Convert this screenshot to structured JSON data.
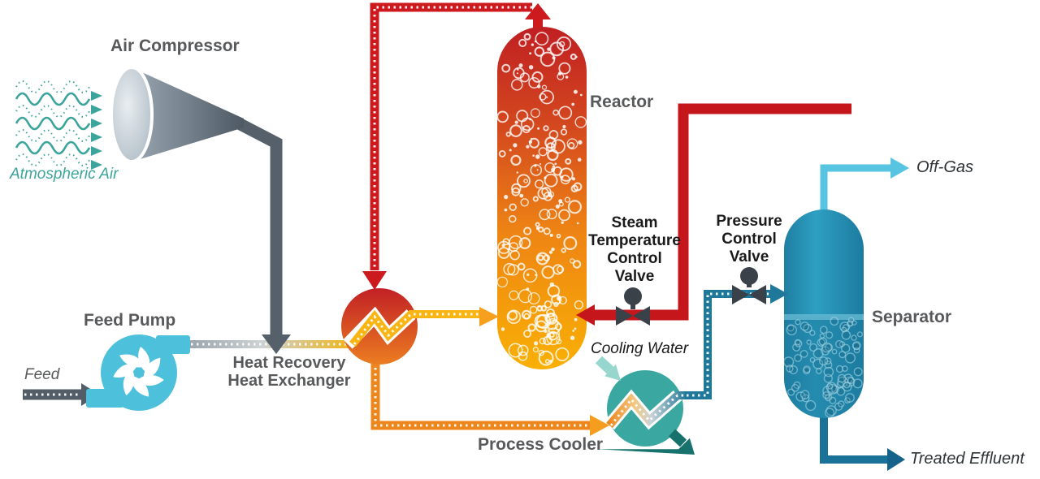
{
  "labels": {
    "air_compressor": "Air Compressor",
    "atmospheric_air": "Atmospheric Air",
    "feed_pump": "Feed Pump",
    "feed": "Feed",
    "heat_exchanger": "Heat Recovery\nHeat Exchanger",
    "reactor": "Reactor",
    "steam_valve": "Steam\nTemperature\nControl\nValve",
    "pressure_valve": "Pressure\nControl\nValve",
    "cooling_water": "Cooling Water",
    "process_cooler": "Process Cooler",
    "separator": "Separator",
    "off_gas": "Off-Gas",
    "treated_effluent": "Treated Effluent"
  },
  "icons": {
    "atmospheric-air-icon": "teal-sine-waves-with-arrows",
    "air-compressor-icon": "gray-cone-funnel",
    "feed-pump-icon": "cyan-centrifugal-pump-swirl",
    "heat-exchanger-icon": "red-orange-circle-with-zigzag",
    "reactor-icon": "red-to-yellow-capsule-with-bubbles",
    "process-cooler-icon": "teal-circle-with-zigzag",
    "separator-icon": "blue-capsule-with-bubbles",
    "valve-icon": "dark-bowtie-with-round-actuator"
  },
  "colors": {
    "label_gray": "#58595B",
    "text_black": "#1A1A1A",
    "teal": "#3BA49B",
    "pump_cyan": "#4DC0DB",
    "pipe_gray": "#55606B",
    "hot_red": "#C9191E",
    "orange": "#EC861D",
    "orange_arrow": "#F49D1E",
    "yellow": "#F9B514",
    "yellow_arrow": "#F6A01D",
    "cooler_teal": "#3AA8A1",
    "cool_in": "#96D6CF",
    "cool_out": "#17716C",
    "process_blue": "#1F7799",
    "offgas_cyan": "#57C5E1",
    "effluent_blue": "#1A7299",
    "valve_dark": "#3A4148",
    "separator_blue": "#2694B8"
  }
}
